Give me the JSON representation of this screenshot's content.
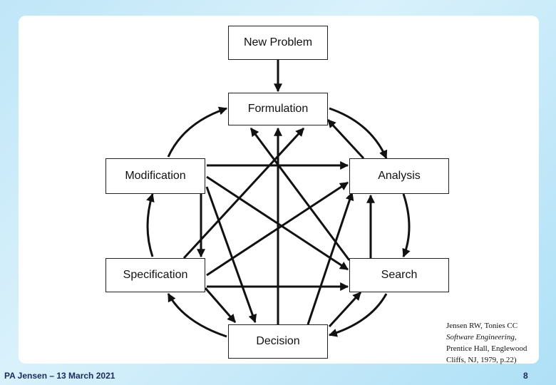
{
  "nodes": {
    "new_problem": "New Problem",
    "formulation": "Formulation",
    "modification": "Modification",
    "analysis": "Analysis",
    "specification": "Specification",
    "search": "Search",
    "decision": "Decision"
  },
  "citation": {
    "line1": "Jensen RW, Tonies CC",
    "line2": "Software Engineering,",
    "line3": "Prentice Hall, Englewood",
    "line4": "Cliffs, NJ, 1979, p.22)"
  },
  "footer": {
    "author_date": "PA Jensen – 13 March 2021",
    "page_number": "8"
  },
  "colors": {
    "background": "#bfe6f8",
    "footer_text": "#1a2a5a",
    "lines": "#111111"
  }
}
